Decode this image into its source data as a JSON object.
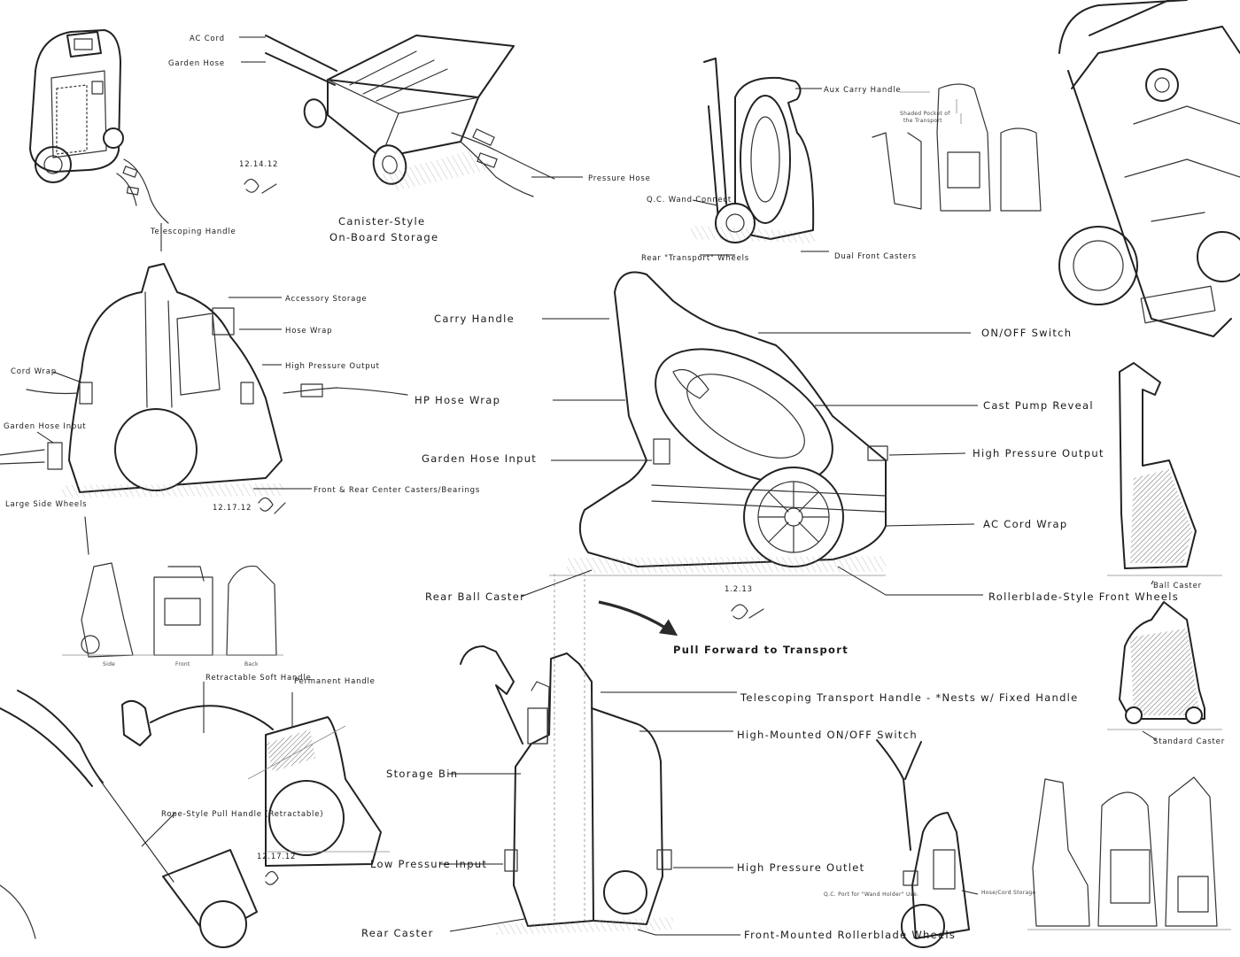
{
  "labels": {
    "ac_cord": "AC Cord",
    "garden_hose": "Garden Hose",
    "telescoping_handle": "Telescoping Handle",
    "canister_style_line1": "Canister-Style",
    "canister_style_line2": "On-Board Storage",
    "pressure_hose": "Pressure Hose",
    "aux_carry_handle": "Aux Carry Handle",
    "qc_wand_connect": "Q.C. Wand Connect",
    "rear_transport_wheels": "Rear \"Transport\" Wheels",
    "dual_front_casters": "Dual Front Casters",
    "accessory_storage": "Accessory Storage",
    "hose_wrap": "Hose Wrap",
    "high_pressure_output": "High Pressure Output",
    "cord_wrap": "Cord Wrap",
    "garden_hose_input": "Garden Hose Input",
    "large_side_wheels": "Large Side Wheels",
    "front_rear_casters": "Front & Rear Center Casters/Bearings",
    "carry_handle": "Carry Handle",
    "on_off_switch": "ON/OFF Switch",
    "hp_hose_wrap": "HP Hose Wrap",
    "cast_pump_reveal": "Cast Pump Reveal",
    "garden_hose_input_2": "Garden Hose Input",
    "high_pressure_output_2": "High Pressure Output",
    "ac_cord_wrap": "AC Cord Wrap",
    "rear_ball_caster": "Rear Ball Caster",
    "rollerblade_front_wheels": "Rollerblade-Style Front Wheels",
    "ball_caster": "Ball Caster",
    "standard_caster": "Standard Caster",
    "pull_forward": "Pull Forward to Transport",
    "retractable_soft_handle": "Retractable Soft Handle",
    "permanent_handle": "Permanent Handle",
    "rope_style_pull_handle": "Rope-Style Pull Handle (Retractable)",
    "telescoping_transport_handle": "Telescoping Transport Handle - *Nests w/ Fixed Handle",
    "high_mounted_switch": "High-Mounted ON/OFF Switch",
    "storage_bin": "Storage Bin",
    "low_pressure_input": "Low Pressure Input",
    "high_pressure_outlet": "High Pressure Outlet",
    "rear_caster": "Rear Caster",
    "front_mounted_rollerblade": "Front-Mounted Rollerblade Wheels",
    "qc_port": "Q.C. Port for \"Wand Holder\" Use.",
    "hose_cord_storage": "Hose/Cord Storage",
    "side_view": "Side",
    "front_view": "Front",
    "back_view": "Back"
  },
  "dates": {
    "d1": "12.14.12",
    "d2": "12.17.12",
    "d3": "1.2.13",
    "d4": "12.17.12"
  },
  "colors": {
    "ink": "#1a1a1a",
    "paper": "#ffffff",
    "arrow": "#2a2a2a"
  }
}
